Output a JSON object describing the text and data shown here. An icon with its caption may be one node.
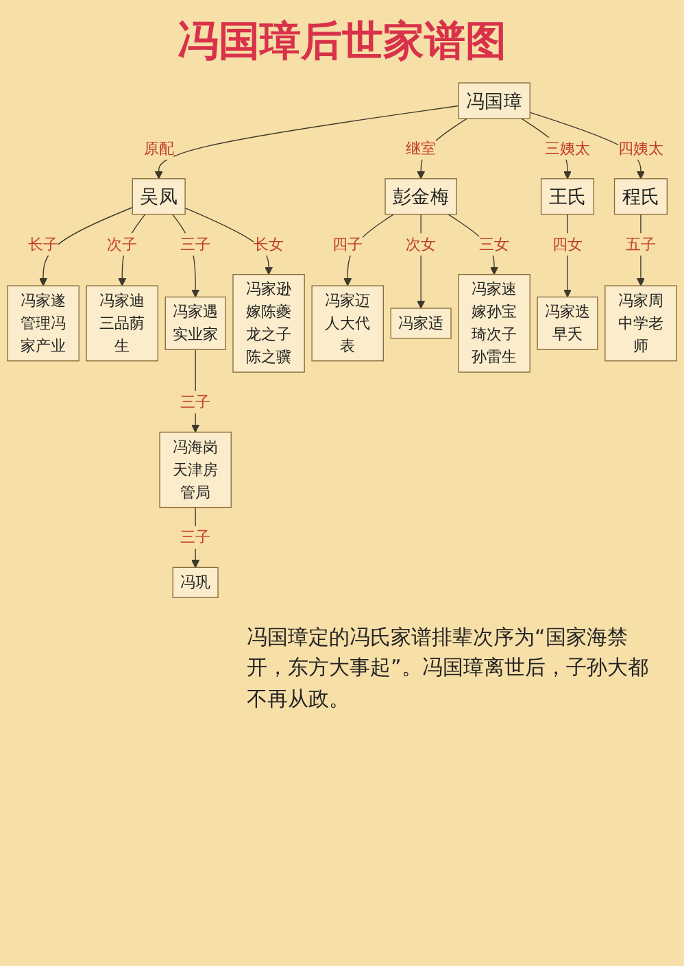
{
  "diagram": {
    "title": "冯国璋后世家谱图",
    "nodes": [
      {
        "text": [
          "冯国璋"
        ]
      },
      {
        "text": [
          "吴凤"
        ]
      },
      {
        "text": [
          "彭金梅"
        ]
      },
      {
        "text": [
          "王氏"
        ]
      },
      {
        "text": [
          "程氏"
        ]
      },
      {
        "text": [
          "冯家遂",
          "管理冯家产业"
        ]
      },
      {
        "text": [
          "冯家迪",
          "三品荫生"
        ]
      },
      {
        "text": [
          "冯家遇",
          "实业家"
        ]
      },
      {
        "text": [
          "冯家逊",
          "嫁陈夔龙之子陈之骥"
        ]
      },
      {
        "text": [
          "冯家迈",
          "人大代表"
        ]
      },
      {
        "text": [
          "冯家适"
        ]
      },
      {
        "text": [
          "冯家速",
          "嫁孙宝琦次子孙雷生"
        ]
      },
      {
        "text": [
          "冯家迭",
          "早夭"
        ]
      },
      {
        "text": [
          "冯家周",
          "中学老师"
        ]
      },
      {
        "text": [
          "冯海岗",
          "天津房管局"
        ]
      },
      {
        "text": [
          "冯巩"
        ]
      }
    ],
    "edges": [
      {
        "from": 0,
        "to": 1,
        "arrow": "to",
        "label": "原配"
      },
      {
        "from": 0,
        "to": 2,
        "arrow": "to",
        "label": "继室"
      },
      {
        "from": 0,
        "to": 3,
        "arrow": "to",
        "label": "三姨太"
      },
      {
        "from": 0,
        "to": 4,
        "arrow": "to",
        "label": "四姨太"
      },
      {
        "from": 1,
        "to": 5,
        "arrow": "to",
        "label": "长子"
      },
      {
        "from": 1,
        "to": 6,
        "arrow": "to",
        "label": "次子"
      },
      {
        "from": 1,
        "to": 7,
        "arrow": "to",
        "label": "三子"
      },
      {
        "from": 1,
        "to": 8,
        "arrow": "to",
        "label": "长女"
      },
      {
        "from": 2,
        "to": 9,
        "arrow": "to",
        "label": "四子"
      },
      {
        "from": 2,
        "to": 10,
        "arrow": "to",
        "label": "次女"
      },
      {
        "from": 2,
        "to": 11,
        "arrow": "to",
        "label": "三女"
      },
      {
        "from": 3,
        "to": 12,
        "arrow": "to",
        "label": "四女"
      },
      {
        "from": 4,
        "to": 13,
        "arrow": "to",
        "label": "五子"
      },
      {
        "from": 7,
        "to": 14,
        "arrow": "to",
        "label": "三子"
      },
      {
        "from": 14,
        "to": 15,
        "arrow": "to",
        "label": "三子"
      }
    ],
    "labels": [
      "冯国璋定的冯氏家谱排辈次序为“国家海禁开，东方大事起”。冯国璋离世后，子孙大都不再从政。"
    ]
  }
}
